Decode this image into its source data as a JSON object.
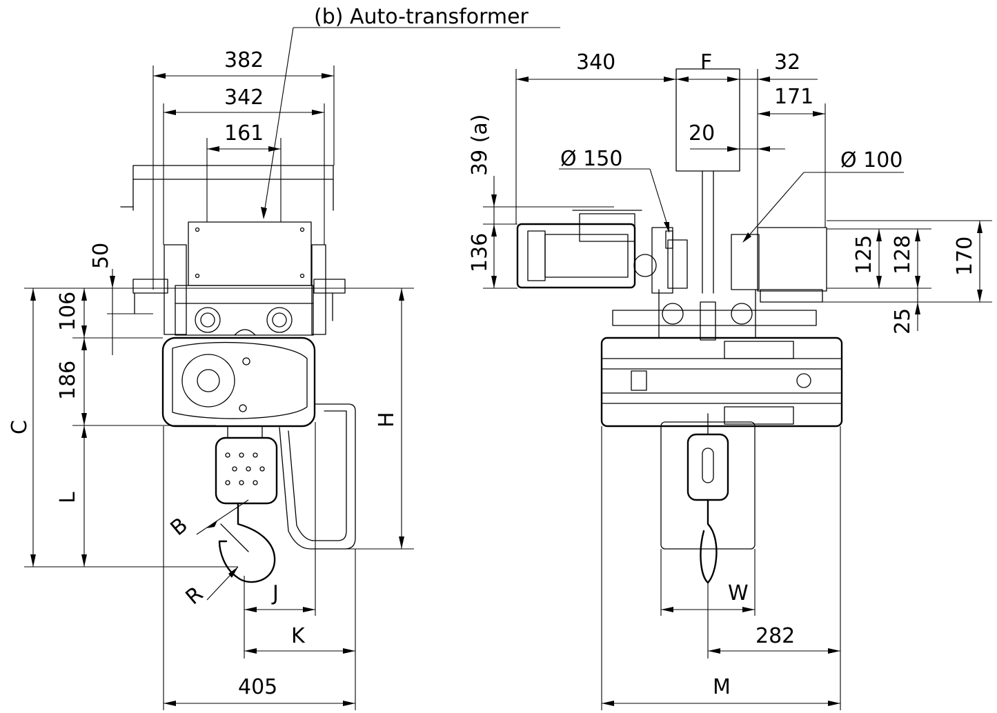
{
  "callout": "(b)  Auto-transformer",
  "left_view": {
    "dim_382": "382",
    "dim_342": "342",
    "dim_161": "161",
    "dim_50": "50",
    "dim_106": "106",
    "dim_186": "186",
    "dim_C": "C",
    "dim_L": "L",
    "dim_H": "H",
    "dim_B": "B",
    "dim_R": "R",
    "dim_J": "J",
    "dim_K": "K",
    "dim_405": "405"
  },
  "right_view": {
    "dim_340": "340",
    "dim_F": "F",
    "dim_32": "32",
    "dim_171": "171",
    "dim_20": "20",
    "dim_39a": "39 (a)",
    "dim_136": "136",
    "dia_150": "Ø 150",
    "dia_100": "Ø 100",
    "dim_125": "125",
    "dim_128": "128",
    "dim_170": "170",
    "dim_25": "25",
    "dim_W": "W",
    "dim_282": "282",
    "dim_M": "M"
  }
}
